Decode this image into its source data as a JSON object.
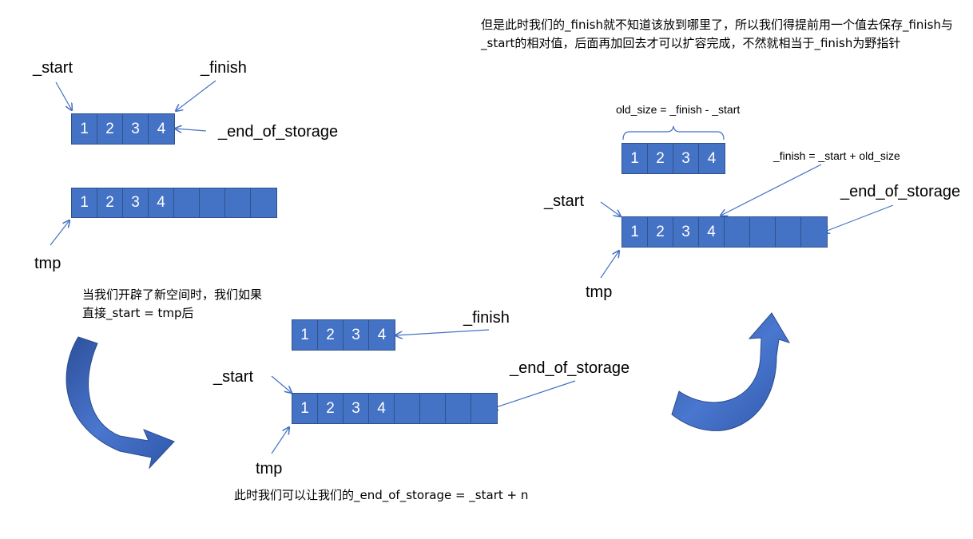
{
  "labels": {
    "d1_start": "_start",
    "d1_finish": "_finish",
    "d1_eos": "_end_of_storage",
    "d1_tmp": "tmp",
    "d2_finish": "_finish",
    "d2_start": "_start",
    "d2_eos": "_end_of_storage",
    "d2_tmp": "tmp",
    "d3_old_size": "old_size = _finish - _start",
    "d3_finish_eq": "_finish = _start + old_size",
    "d3_start": "_start",
    "d3_eos": "_end_of_storage",
    "d3_tmp": "tmp"
  },
  "notes": {
    "top_right": "但是此时我们的_finish就不知道该放到哪里了，所以我们得提前用一个值去保存_finish与_start的相对值，后面再加回去才可以扩容完成，不然就相当于_finish为野指针",
    "left": "当我们开辟了新空间时，我们如果直接_start = tmp后",
    "bottom": "此时我们可以让我们的_end_of_storage = _start + n"
  },
  "arrays": {
    "d1_old": [
      "1",
      "2",
      "3",
      "4"
    ],
    "d1_new": [
      "1",
      "2",
      "3",
      "4",
      "",
      "",
      "",
      ""
    ],
    "d2_old": [
      "1",
      "2",
      "3",
      "4"
    ],
    "d2_new": [
      "1",
      "2",
      "3",
      "4",
      "",
      "",
      "",
      ""
    ],
    "d3_old": [
      "1",
      "2",
      "3",
      "4"
    ],
    "d3_new": [
      "1",
      "2",
      "3",
      "4",
      "",
      "",
      "",
      ""
    ]
  },
  "colors": {
    "cell_fill": "#4472c4",
    "cell_border": "#2f528f",
    "arrow_line": "#4472c4",
    "curved_arrow": "#3a62b5"
  }
}
